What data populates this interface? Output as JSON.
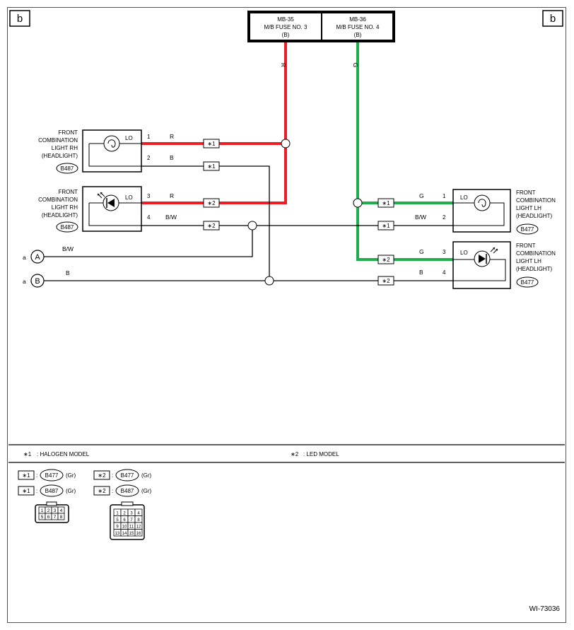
{
  "corner_marker": "b",
  "fuses": {
    "mb35": {
      "line1": "MB-35",
      "line2": "M/B FUSE NO. 3",
      "line3": "(B)"
    },
    "mb36": {
      "line1": "MB-36",
      "line2": "M/B FUSE NO. 4",
      "line3": "(B)"
    }
  },
  "wire_colors": {
    "red": "#ee1c24",
    "green": "#1fae4b",
    "black": "#000000"
  },
  "wire_labels": {
    "r": "R",
    "g": "G",
    "b": "B",
    "bw": "B/W"
  },
  "markers": {
    "m1": "∗1",
    "m2": "∗2"
  },
  "lo": "LO",
  "pins": {
    "p1": "1",
    "p2": "2",
    "p3": "3",
    "p4": "4"
  },
  "rh_component": {
    "line1": "FRONT",
    "line2": "COMBINATION",
    "line3": "LIGHT RH",
    "line4": "(HEADLIGHT)",
    "connector": "B487"
  },
  "lh_component": {
    "line1": "FRONT",
    "line2": "COMBINATION",
    "line3": "LIGHT LH",
    "line4": "(HEADLIGHT)",
    "connector": "B477"
  },
  "terminals": {
    "a_prefix": "a",
    "a_symbol": "A",
    "b_symbol": "B"
  },
  "legend": {
    "halogen": ": HALOGEN MODEL",
    "led": ": LED MODEL"
  },
  "connector_table": {
    "colon": ":",
    "gr": "(Gr)",
    "b477": "B477",
    "b487": "B487"
  },
  "connector_pins_small": [
    "1",
    "2",
    "3",
    "4",
    "5",
    "6",
    "7",
    "8"
  ],
  "connector_pins_large": [
    "1",
    "2",
    "3",
    "4",
    "5",
    "6",
    "7",
    "8",
    "9",
    "10",
    "11",
    "12",
    "13",
    "14",
    "15",
    "16"
  ],
  "figure_id": "WI-73036"
}
